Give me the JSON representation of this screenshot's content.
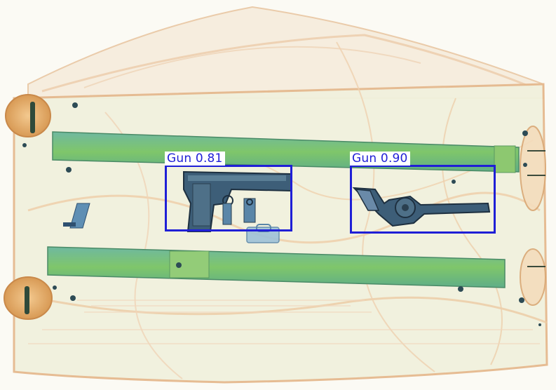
{
  "image": {
    "scene": "x-ray scan of a suitcase containing two handguns",
    "colors": {
      "background": "#fbfaf4",
      "bag_outline": "#e9b98a",
      "rails": "#7fc36b",
      "metal": "#2c4a6b",
      "detection_box": "#1f1fd6"
    }
  },
  "detections": [
    {
      "class_label": "Gun",
      "score": "0.81",
      "text": "Gun 0.81"
    },
    {
      "class_label": "Gun",
      "score": "0.90",
      "text": "Gun 0.90"
    }
  ]
}
